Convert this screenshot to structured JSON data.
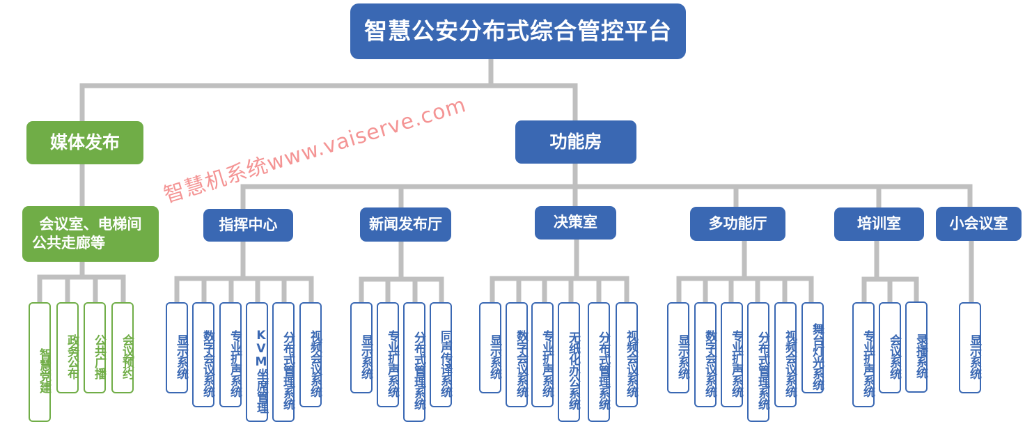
{
  "diagram": {
    "root": "智慧公安分布式综合管控平台",
    "branches": [
      {
        "label": "媒体发布",
        "color": "#70ad47",
        "groups": [
          {
            "label": "会议室、电梯间 公共走廊等",
            "line1": "会议室、电梯间",
            "line2": "公共走廊等",
            "items": [
              "智慧党建",
              "政务公布",
              "公共广播",
              "会议预约"
            ]
          }
        ]
      },
      {
        "label": "功能房",
        "color": "#3a68b3",
        "groups": [
          {
            "label": "指挥中心",
            "items": [
              "显示系统",
              "数字会议系统",
              "专业扩声系统",
              "KVM坐席管理",
              "分布式管理系统",
              "视频会议系统"
            ]
          },
          {
            "label": "新闻发布厅",
            "items": [
              "显示系统",
              "专业扩声系统",
              "分布式管理系统",
              "同声传译系统"
            ]
          },
          {
            "label": "决策室",
            "items": [
              "显示系统",
              "数字会议系统",
              "专业扩声系统",
              "无纸化办公系统",
              "分布式管理系统",
              "视频会议系统"
            ]
          },
          {
            "label": "多功能厅",
            "items": [
              "显示系统",
              "数字会议系统",
              "专业扩声系统",
              "分布式管理系统",
              "视频会议系统",
              "舞台灯光系统"
            ]
          },
          {
            "label": "培训室",
            "items": [
              "专业扩声系统",
              "会议系统",
              "录播系统"
            ]
          },
          {
            "label": "小会议室",
            "items": [
              "显示系统"
            ]
          }
        ]
      }
    ]
  },
  "watermark": "智慧机系统www.vaiserve.com",
  "colors": {
    "primary_blue": "#3a68b3",
    "media_green": "#70ad47",
    "connector_gray": "#bfbfbf",
    "watermark_red": "#eb3c3c"
  }
}
